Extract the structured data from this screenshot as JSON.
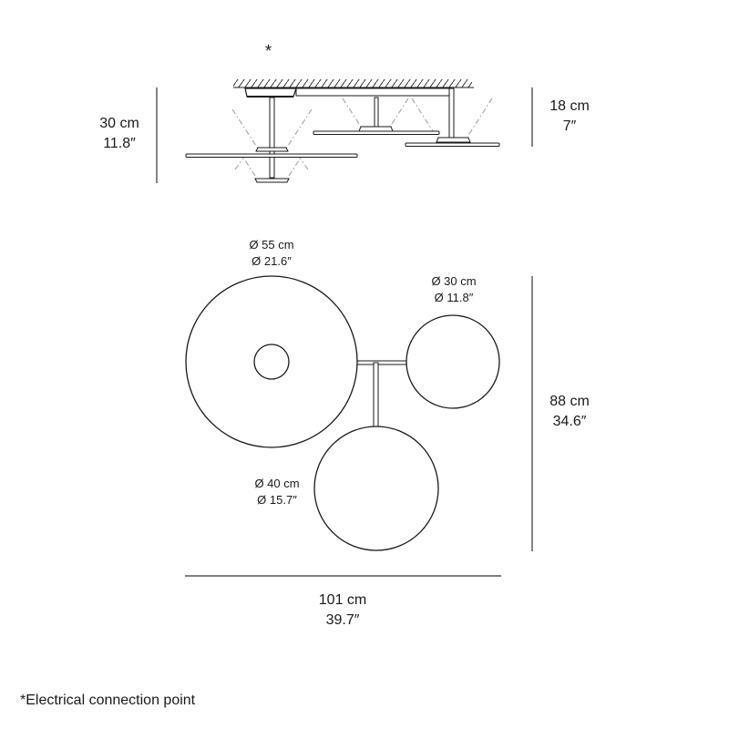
{
  "side_view": {
    "connection_marker": "*",
    "height_total": {
      "cm": "30 cm",
      "in": "11.8″"
    },
    "height_right": {
      "cm": "18 cm",
      "in": "7″"
    }
  },
  "top_view": {
    "disc_large": {
      "cm": "Ø 55 cm",
      "in": "Ø 21.6″"
    },
    "disc_small": {
      "cm": "Ø 30 cm",
      "in": "Ø 11.8″"
    },
    "disc_medium": {
      "cm": "Ø 40 cm",
      "in": "Ø 15.7″"
    },
    "depth": {
      "cm": "88 cm",
      "in": "34.6″"
    },
    "width": {
      "cm": "101 cm",
      "in": "39.7″"
    }
  },
  "footnote": "*Electrical connection point",
  "colors": {
    "line": "#1a1a1a",
    "beam": "#bcbcbc",
    "dim_line": "#333333"
  }
}
